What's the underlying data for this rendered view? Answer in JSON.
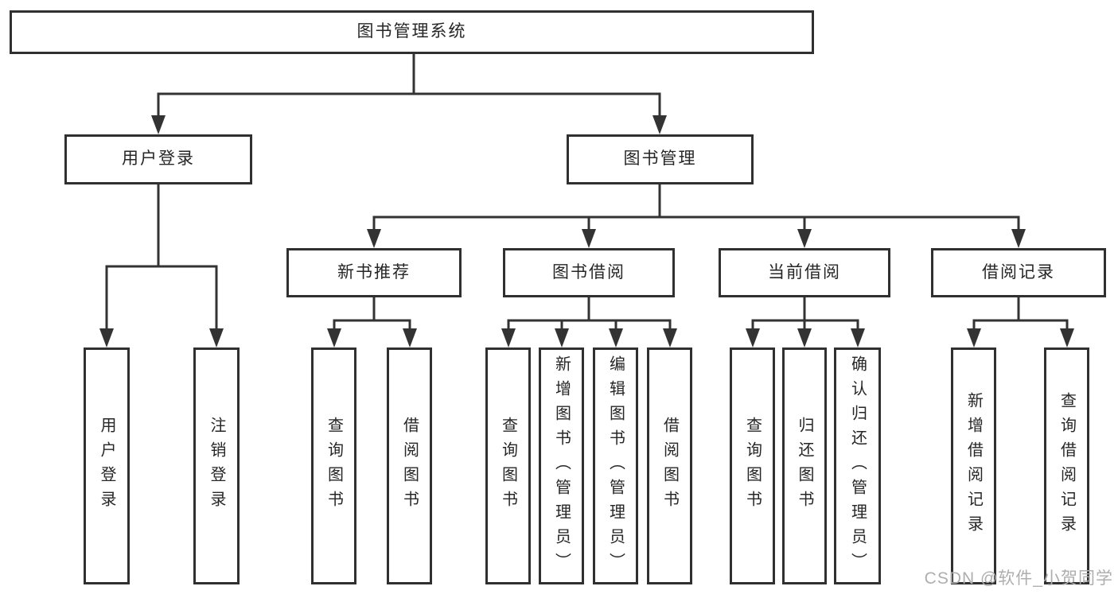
{
  "colors": {
    "line": "#333333",
    "box_border": "#303030",
    "text": "#262626",
    "watermark": "#aeaeae",
    "background": "#ffffff"
  },
  "diagram": {
    "root": {
      "label": "图书管理系统"
    },
    "user_login": {
      "label": "用户登录",
      "children": {
        "login": {
          "label": "用户登录"
        },
        "logout": {
          "label": "注销登录"
        }
      }
    },
    "book_management": {
      "label": "图书管理",
      "children": {
        "new_book_recommend": {
          "label": "新书推荐",
          "children": {
            "query_books": {
              "label": "查询图书"
            },
            "borrow_books": {
              "label": "借阅图书"
            }
          }
        },
        "book_borrowing": {
          "label": "图书借阅",
          "children": {
            "query_books": {
              "label": "查询图书"
            },
            "add_books_admin": {
              "label": "新增图书（管理员）"
            },
            "edit_books_admin": {
              "label": "编辑图书（管理员）"
            },
            "borrow_books": {
              "label": "借阅图书"
            }
          }
        },
        "current_borrowing": {
          "label": "当前借阅",
          "children": {
            "query_books": {
              "label": "查询图书"
            },
            "return_books": {
              "label": "归还图书"
            },
            "confirm_return_admin": {
              "label": "确认归还（管理员）"
            }
          }
        },
        "borrow_records": {
          "label": "借阅记录",
          "children": {
            "add_borrow_record": {
              "label": "新增借阅记录"
            },
            "query_borrow_record": {
              "label": "查询借阅记录"
            }
          }
        }
      }
    }
  },
  "watermark": {
    "text": "CSDN @软件_小贺同学"
  }
}
